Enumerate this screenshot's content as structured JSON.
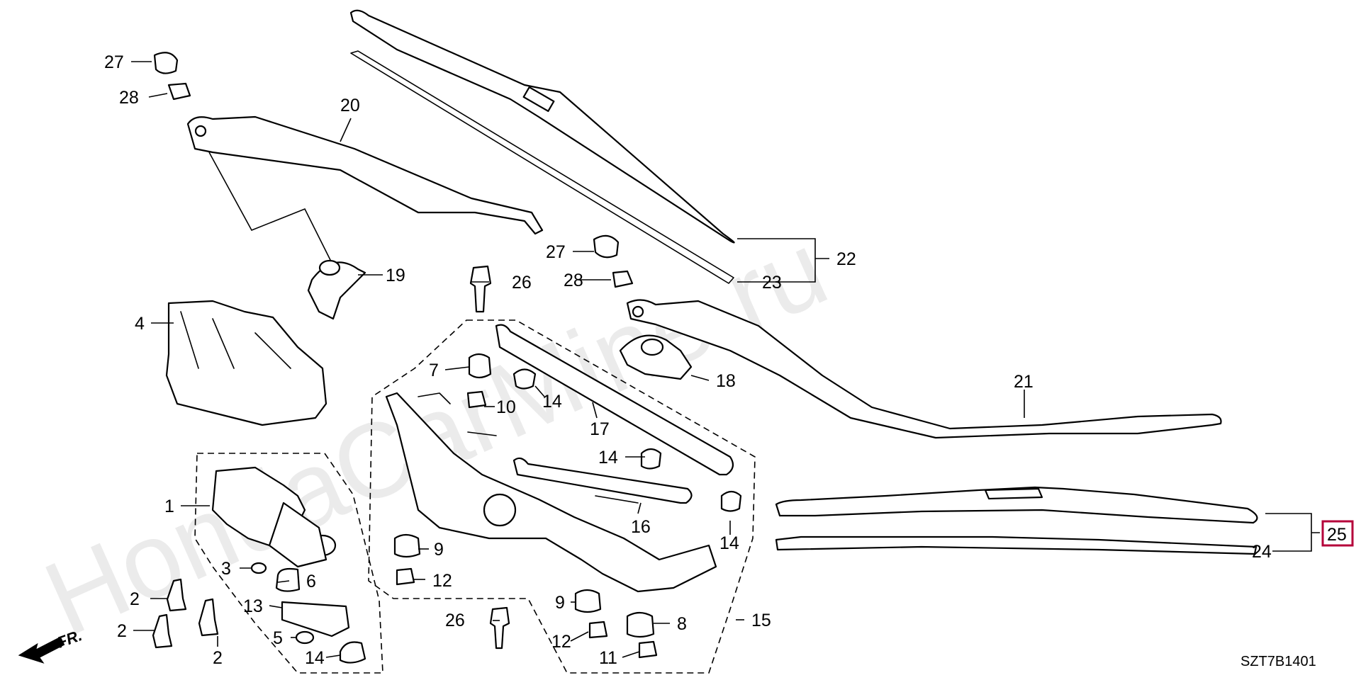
{
  "watermark": "HondaCarMine.ru",
  "diagram_code": "SZT7B1401",
  "direction_label": "FR.",
  "highlighted_part": "25",
  "callouts": {
    "c1": "1",
    "c2a": "2",
    "c2b": "2",
    "c2c": "2",
    "c3": "3",
    "c4": "4",
    "c5": "5",
    "c6": "6",
    "c7": "7",
    "c8": "8",
    "c9a": "9",
    "c9b": "9",
    "c10": "10",
    "c11": "11",
    "c12a": "12",
    "c12b": "12",
    "c13": "13",
    "c14a": "14",
    "c14b": "14",
    "c14c": "14",
    "c14d": "14",
    "c15": "15",
    "c16": "16",
    "c17": "17",
    "c18": "18",
    "c19": "19",
    "c20": "20",
    "c21": "21",
    "c22": "22",
    "c23": "23",
    "c24": "24",
    "c25": "25",
    "c26a": "26",
    "c26b": "26",
    "c27a": "27",
    "c27b": "27",
    "c28a": "28",
    "c28b": "28"
  }
}
